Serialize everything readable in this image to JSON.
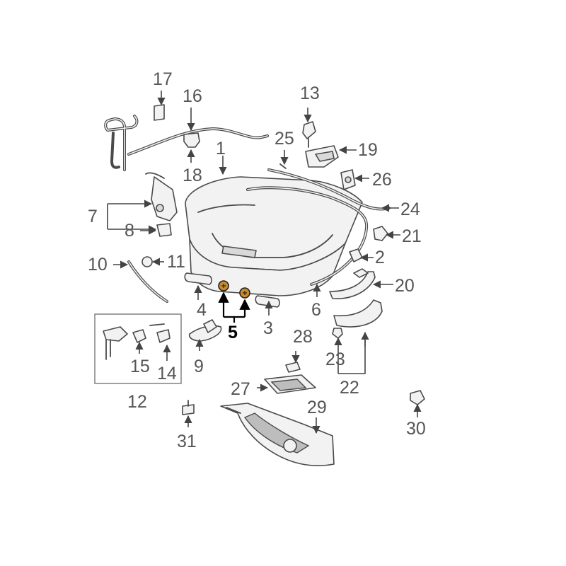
{
  "diagram": {
    "callouts": {
      "c1": "1",
      "c2": "2",
      "c3": "3",
      "c4": "4",
      "c5": "5",
      "c6": "6",
      "c7": "7",
      "c8": "8",
      "c9": "9",
      "c10": "10",
      "c11": "11",
      "c12": "12",
      "c13": "13",
      "c14": "14",
      "c15": "15",
      "c16": "16",
      "c17": "17",
      "c18": "18",
      "c19": "19",
      "c20": "20",
      "c21": "21",
      "c22": "22",
      "c23": "23",
      "c24": "24",
      "c25": "25",
      "c26": "26",
      "c27": "27",
      "c28": "28",
      "c29": "29",
      "c30": "30",
      "c31": "31"
    },
    "highlighted_callout": "5",
    "colors": {
      "line": "#4a4a4a",
      "label": "#555555",
      "highlight_fill": "#c98a2b",
      "highlight_label": "#000000"
    }
  }
}
